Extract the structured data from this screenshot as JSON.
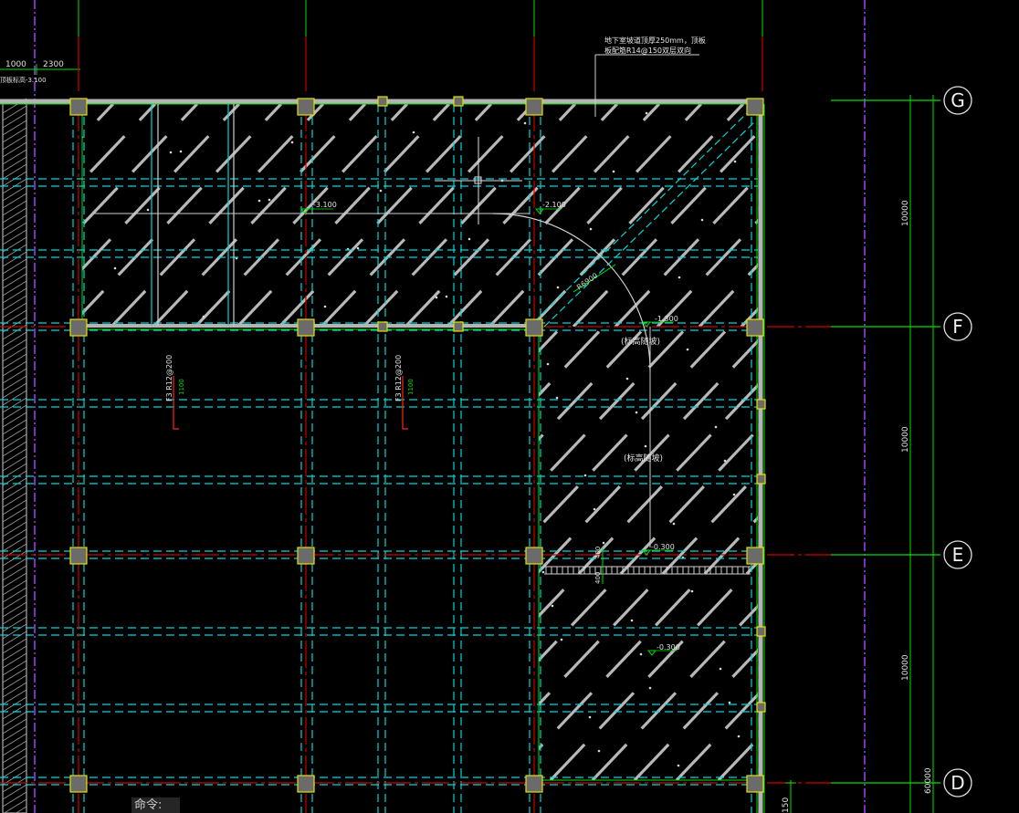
{
  "drawing": {
    "grid_axes": [
      "G",
      "F",
      "E",
      "D"
    ],
    "top_dims": [
      "1000",
      "2300"
    ],
    "side_dims": [
      "10000",
      "10000",
      "10000"
    ],
    "total_dim": "60000",
    "bottom_dim": "150",
    "note_line1": "地下室坡道顶厚250mm，顶板",
    "note_line2": "板配筋R14@150双层双向",
    "elevations": [
      "-3.100",
      "-2.100",
      "-1.300",
      "-0.300",
      "-0.300"
    ],
    "slope_labels": [
      "(标高随坡)",
      "(标高随坡)"
    ],
    "arc_label": "R6900",
    "rebar_labels": [
      "F3 R12@200",
      "F3 R12@200"
    ],
    "rebar_dims": [
      "1100",
      "1100"
    ],
    "step_dims": [
      "400",
      "400"
    ],
    "left_note": "顶板标高-3.100"
  },
  "command": {
    "prompt": "命令:"
  },
  "colors": {
    "background": "#000000",
    "hatch": "#d9d9d9",
    "beam": "#00d7d7",
    "axis": "#cc0000",
    "dimension": "#00e000",
    "wall_outline": "#b4b4b4",
    "column": "#6b6b6b",
    "column_outline": "#e6e000",
    "border": "#a040ff"
  }
}
